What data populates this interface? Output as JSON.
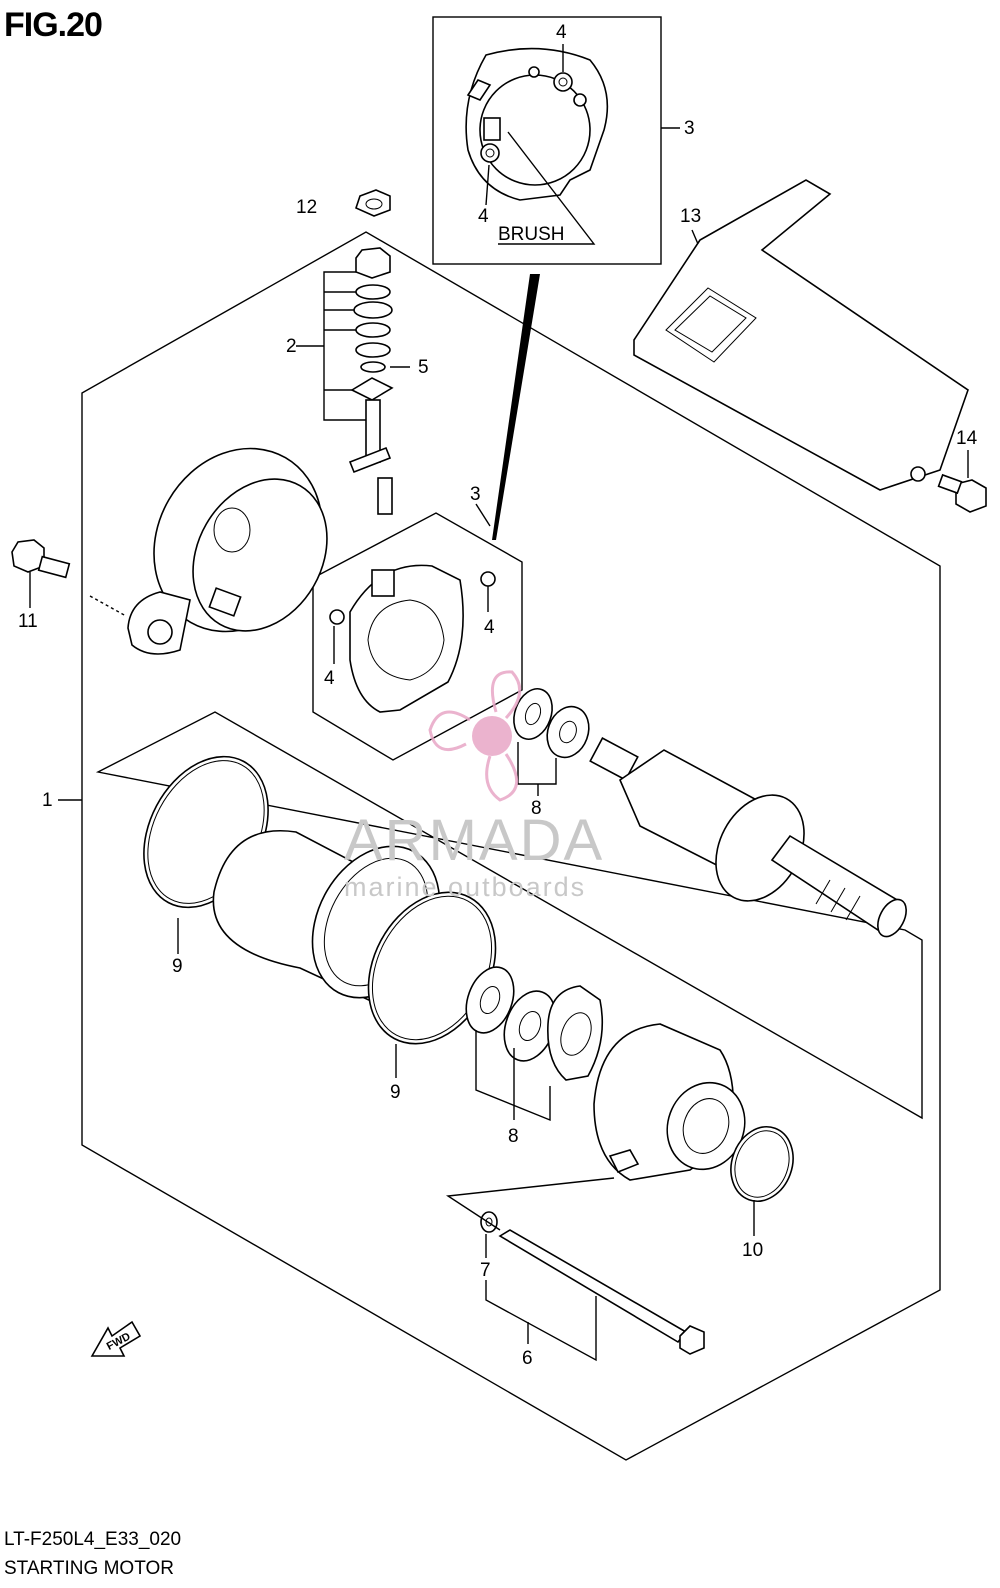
{
  "figure": {
    "title": "FIG.20",
    "code": "LT-F250L4_E33_020",
    "name": "STARTING MOTOR"
  },
  "inset": {
    "brush_label": "BRUSH"
  },
  "fwd_label": "FWD",
  "watermark": {
    "brand": "ARMADA",
    "tagline": "marine outboards",
    "color": "#e8a6c6"
  },
  "callouts": [
    {
      "id": "c12",
      "text": "12"
    },
    {
      "id": "c2",
      "text": "2"
    },
    {
      "id": "c5",
      "text": "5"
    },
    {
      "id": "c3a",
      "text": "3"
    },
    {
      "id": "c4a",
      "text": "4"
    },
    {
      "id": "c4b",
      "text": "4"
    },
    {
      "id": "c13",
      "text": "13"
    },
    {
      "id": "c14",
      "text": "14"
    },
    {
      "id": "c11",
      "text": "11"
    },
    {
      "id": "c3b",
      "text": "3"
    },
    {
      "id": "c4c",
      "text": "4"
    },
    {
      "id": "c4d",
      "text": "4"
    },
    {
      "id": "c1",
      "text": "1"
    },
    {
      "id": "c8a",
      "text": "8"
    },
    {
      "id": "c9a",
      "text": "9"
    },
    {
      "id": "c9b",
      "text": "9"
    },
    {
      "id": "c8b",
      "text": "8"
    },
    {
      "id": "c10",
      "text": "10"
    },
    {
      "id": "c7",
      "text": "7"
    },
    {
      "id": "c6",
      "text": "6"
    }
  ]
}
